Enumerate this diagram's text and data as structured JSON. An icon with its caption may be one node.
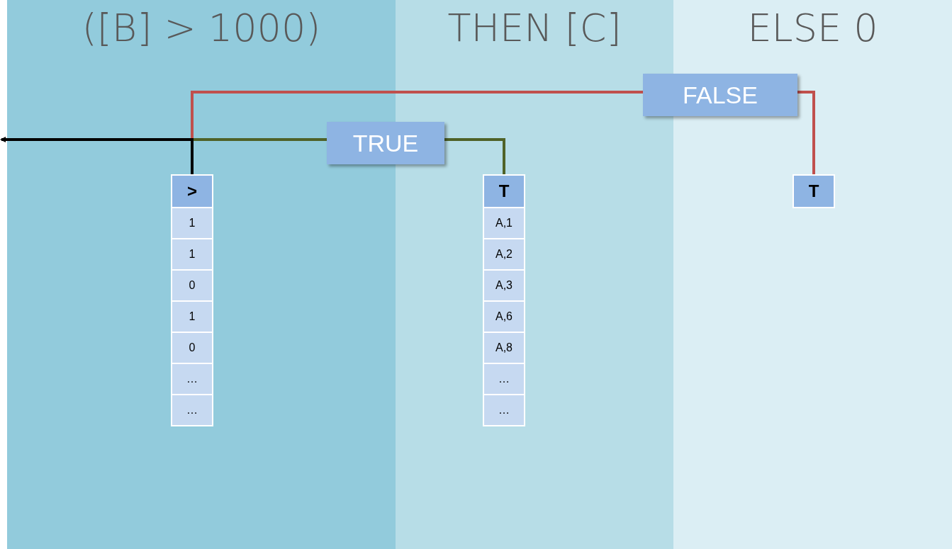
{
  "diagram": {
    "nodes": [
      {
        "text": [
          "([B] > 1000)"
        ]
      },
      {
        "text": [
          "THEN [C]"
        ]
      },
      {
        "text": [
          "ELSE 0"
        ]
      },
      {
        "text": [
          ">",
          "1",
          "1",
          "0",
          "1",
          "0",
          "…",
          "…"
        ],
        "in": 0
      },
      {
        "text": [
          "T",
          "A,1",
          "A,2",
          "A,3",
          "A,6",
          "A,8",
          "…",
          "…"
        ],
        "in": 1
      },
      {
        "text": [
          "T"
        ],
        "in": 2
      }
    ],
    "edges": [
      {
        "from": 5,
        "to": 3,
        "arrow": "none",
        "label": "FALSE",
        "color": "#c0504d"
      },
      {
        "from": 4,
        "to": 3,
        "arrow": "none",
        "label": "TRUE",
        "color": "#4f6228"
      },
      {
        "from": 3,
        "to": null,
        "arrow": "to",
        "color": "#000000"
      }
    ]
  }
}
